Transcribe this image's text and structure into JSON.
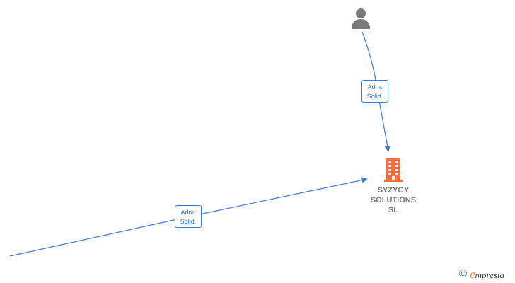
{
  "diagram": {
    "edges": [
      {
        "from": "person",
        "to": "company",
        "label_lines": [
          "Adm.",
          "Solid."
        ]
      },
      {
        "from": "offscreen-left",
        "to": "company",
        "label_lines": [
          "Adm.",
          "Solid."
        ]
      }
    ],
    "nodes": {
      "person": {
        "icon": "person-icon"
      },
      "company": {
        "icon": "building-icon",
        "name_lines": [
          "SYZYGY",
          "SOLUTIONS",
          "SL"
        ],
        "icon_color": "#ff6a3d"
      }
    },
    "edge_color": "#3a7bd5"
  },
  "footer": {
    "copyright_symbol": "©",
    "brand_initial": "e",
    "brand_rest": "mpresia",
    "brand_accent": "#f08a24"
  }
}
